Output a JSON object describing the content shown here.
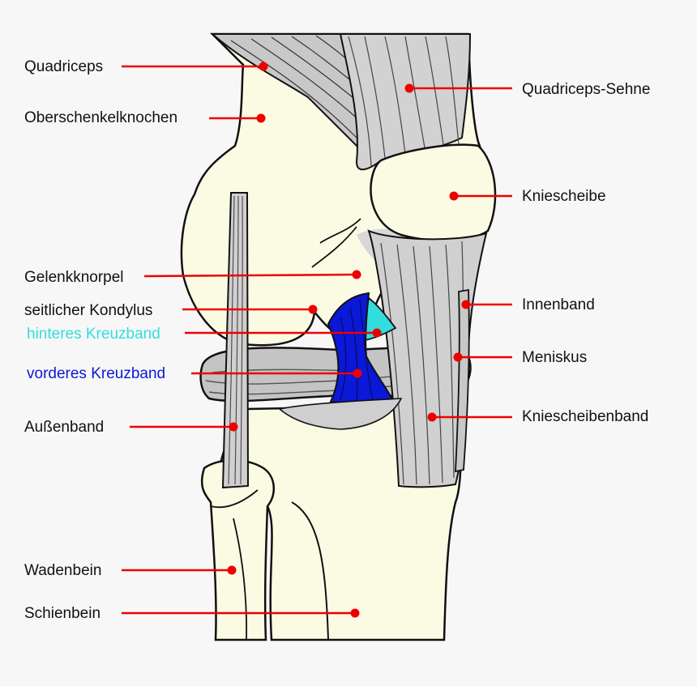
{
  "colors": {
    "bone": "#fbfbe4",
    "muscle": "#c8c8c8",
    "tendon": "#d6d6d6",
    "outline": "#111111",
    "leader": "#ee0000",
    "acl": "#0a18d8",
    "pcl": "#33dddd",
    "text": "#111111"
  },
  "labels": [
    {
      "id": "quadriceps",
      "text": "Quadriceps",
      "color": "#111111"
    },
    {
      "id": "oberschenkelknochen",
      "text": "Oberschenkelknochen",
      "color": "#111111"
    },
    {
      "id": "gelenkknorpel",
      "text": "Gelenkknorpel",
      "color": "#111111"
    },
    {
      "id": "seitlicher-kondylus",
      "text": "seitlicher Kondylus",
      "color": "#111111"
    },
    {
      "id": "hinteres-kreuzband",
      "text": "hinteres Kreuzband",
      "color": "#33dddd"
    },
    {
      "id": "vorderes-kreuzband",
      "text": "vorderes Kreuzband",
      "color": "#0a18d8"
    },
    {
      "id": "aussenband",
      "text": "Außenband",
      "color": "#111111"
    },
    {
      "id": "wadenbein",
      "text": "Wadenbein",
      "color": "#111111"
    },
    {
      "id": "schienbein",
      "text": "Schienbein",
      "color": "#111111"
    },
    {
      "id": "quadriceps-sehne",
      "text": "Quadriceps-Sehne",
      "color": "#111111"
    },
    {
      "id": "kniescheibe",
      "text": "Kniescheibe",
      "color": "#111111"
    },
    {
      "id": "innenband",
      "text": "Innenband",
      "color": "#111111"
    },
    {
      "id": "meniskus",
      "text": "Meniskus",
      "color": "#111111"
    },
    {
      "id": "kniescheibenband",
      "text": "Kniescheibenband",
      "color": "#111111"
    }
  ]
}
